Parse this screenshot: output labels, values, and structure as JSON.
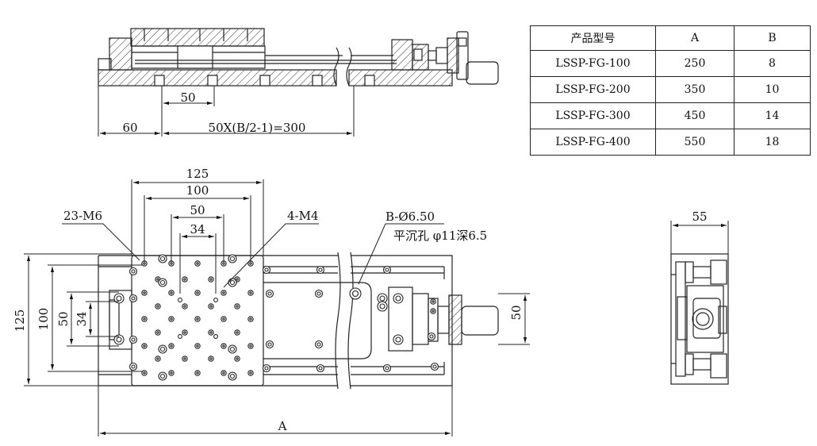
{
  "spec_table": {
    "headers": [
      "产品型号",
      "A",
      "B"
    ],
    "rows": [
      [
        "LSSP-FG-100",
        "250",
        "8"
      ],
      [
        "LSSP-FG-200",
        "350",
        "10"
      ],
      [
        "LSSP-FG-300",
        "450",
        "14"
      ],
      [
        "LSSP-FG-400",
        "550",
        "18"
      ]
    ]
  },
  "side_view": {
    "dim_pitch": "50",
    "dim_end": "60",
    "dim_span": "50X(B/2-1)=300"
  },
  "top_view": {
    "dim_125_top": "125",
    "dim_100_top": "100",
    "dim_50_top": "50",
    "dim_34_top": "34",
    "label_holes_m6": "23-M6",
    "label_holes_m4": "4-M4",
    "label_mount_hole": "B-Ø6.50",
    "label_counterbore": "平沉孔 φ11深6.5",
    "dim_125_left": "125",
    "dim_100_left": "100",
    "dim_50_left": "50",
    "dim_34_left": "34",
    "dim_50_right": "50",
    "dim_A": "A"
  },
  "end_view": {
    "dim_width": "55"
  }
}
